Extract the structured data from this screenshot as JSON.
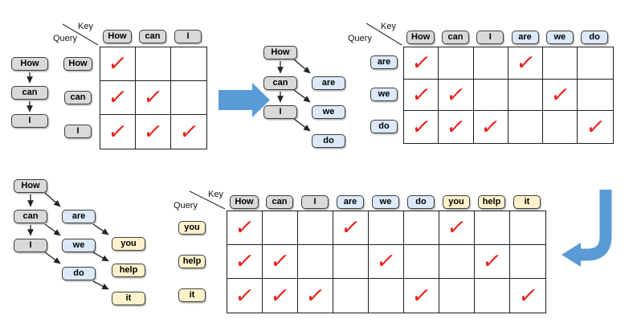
{
  "figure": {
    "labels": {
      "key": "Key",
      "query": "Query"
    },
    "check_glyph": "✓"
  },
  "palette": {
    "token_gray": "#d9d9d9",
    "token_blue": "#dbe9f8",
    "token_yellow": "#fff2cc",
    "token_border": "#3f3f3f",
    "check_red": "#e8231d",
    "flow_arrow_black": "#222222",
    "step_arrow_blue": "#5b9bd5",
    "grid_line": "#1f1f1f"
  },
  "steps": {
    "step1": {
      "chain": {
        "col1": [
          {
            "label": "How",
            "color": "gray"
          },
          {
            "label": "can",
            "color": "gray"
          },
          {
            "label": "I",
            "color": "gray"
          }
        ]
      },
      "matrix": {
        "keys": [
          {
            "label": "How",
            "color": "gray"
          },
          {
            "label": "can",
            "color": "gray"
          },
          {
            "label": "I",
            "color": "gray"
          }
        ],
        "queries": [
          {
            "label": "How",
            "color": "gray"
          },
          {
            "label": "can",
            "color": "gray"
          },
          {
            "label": "I",
            "color": "gray"
          }
        ],
        "checks": [
          [
            1,
            0,
            0
          ],
          [
            1,
            1,
            0
          ],
          [
            1,
            1,
            1
          ]
        ]
      }
    },
    "step2": {
      "chain": {
        "col1": [
          {
            "label": "How",
            "color": "gray"
          },
          {
            "label": "can",
            "color": "gray"
          },
          {
            "label": "I",
            "color": "gray"
          }
        ],
        "col2": [
          {
            "label": "are",
            "color": "blue"
          },
          {
            "label": "we",
            "color": "blue"
          },
          {
            "label": "do",
            "color": "blue"
          }
        ]
      },
      "matrix": {
        "keys": [
          {
            "label": "How",
            "color": "gray"
          },
          {
            "label": "can",
            "color": "gray"
          },
          {
            "label": "I",
            "color": "gray"
          },
          {
            "label": "are",
            "color": "blue"
          },
          {
            "label": "we",
            "color": "blue"
          },
          {
            "label": "do",
            "color": "blue"
          }
        ],
        "queries": [
          {
            "label": "are",
            "color": "blue"
          },
          {
            "label": "we",
            "color": "blue"
          },
          {
            "label": "do",
            "color": "blue"
          }
        ],
        "checks": [
          [
            1,
            0,
            0,
            1,
            0,
            0
          ],
          [
            1,
            1,
            0,
            0,
            1,
            0
          ],
          [
            1,
            1,
            1,
            0,
            0,
            1
          ]
        ]
      }
    },
    "step3": {
      "chain": {
        "col1": [
          {
            "label": "How",
            "color": "gray"
          },
          {
            "label": "can",
            "color": "gray"
          },
          {
            "label": "I",
            "color": "gray"
          }
        ],
        "col2": [
          {
            "label": "are",
            "color": "blue"
          },
          {
            "label": "we",
            "color": "blue"
          },
          {
            "label": "do",
            "color": "blue"
          }
        ],
        "col3": [
          {
            "label": "you",
            "color": "yellow"
          },
          {
            "label": "help",
            "color": "yellow"
          },
          {
            "label": "it",
            "color": "yellow"
          }
        ]
      },
      "matrix": {
        "keys": [
          {
            "label": "How",
            "color": "gray"
          },
          {
            "label": "can",
            "color": "gray"
          },
          {
            "label": "I",
            "color": "gray"
          },
          {
            "label": "are",
            "color": "blue"
          },
          {
            "label": "we",
            "color": "blue"
          },
          {
            "label": "do",
            "color": "blue"
          },
          {
            "label": "you",
            "color": "yellow"
          },
          {
            "label": "help",
            "color": "yellow"
          },
          {
            "label": "it",
            "color": "yellow"
          }
        ],
        "queries": [
          {
            "label": "you",
            "color": "yellow"
          },
          {
            "label": "help",
            "color": "yellow"
          },
          {
            "label": "it",
            "color": "yellow"
          }
        ],
        "checks": [
          [
            1,
            0,
            0,
            1,
            0,
            0,
            1,
            0,
            0
          ],
          [
            1,
            1,
            0,
            0,
            1,
            0,
            0,
            1,
            0
          ],
          [
            1,
            1,
            1,
            0,
            0,
            1,
            0,
            0,
            1
          ]
        ]
      }
    }
  }
}
